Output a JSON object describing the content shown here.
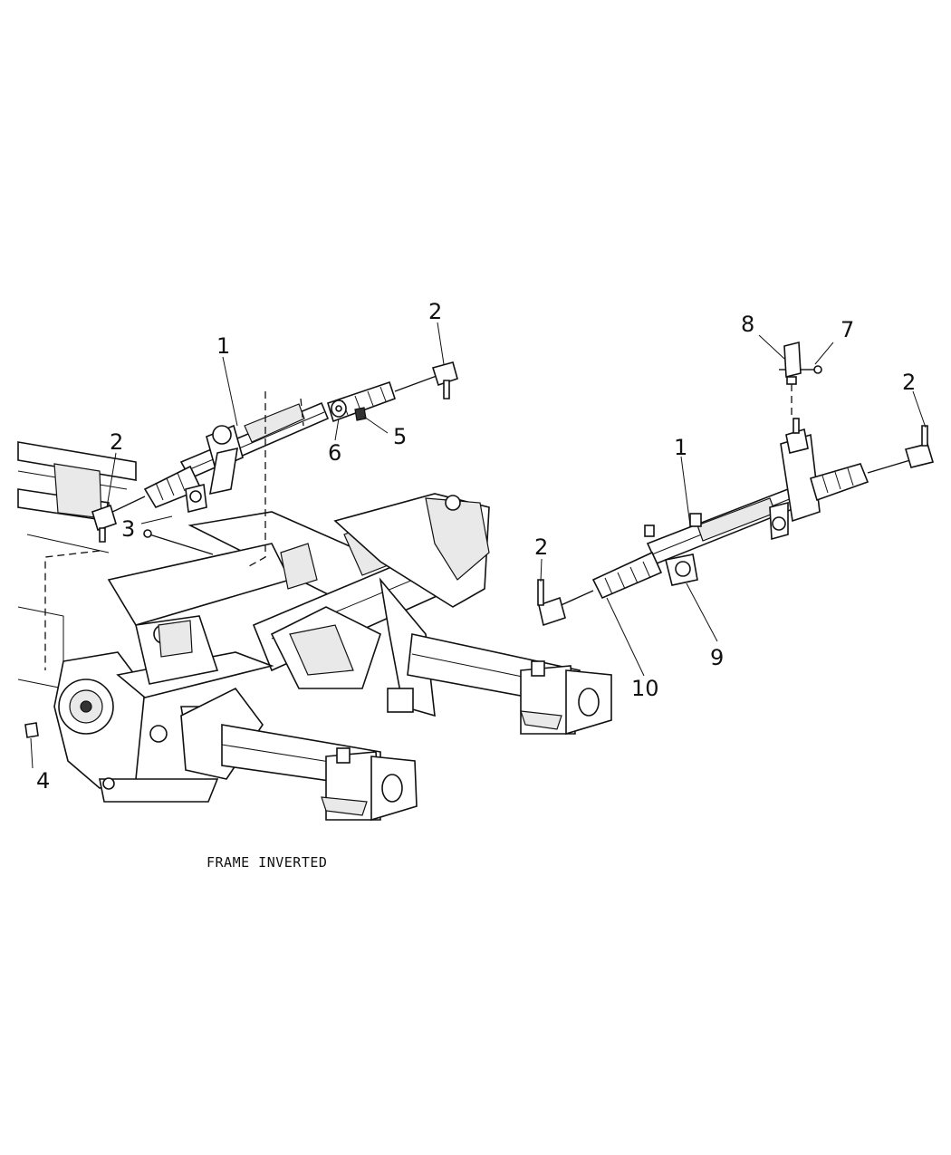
{
  "caption": "FRAME INVERTED",
  "callouts": {
    "c1a": "1",
    "c2a": "2",
    "c2b": "2",
    "c3": "3",
    "c4": "4",
    "c5": "5",
    "c6": "6",
    "c1b": "1",
    "c2c": "2",
    "c2d": "2",
    "c7": "7",
    "c8": "8",
    "c9": "9",
    "c10": "10"
  }
}
